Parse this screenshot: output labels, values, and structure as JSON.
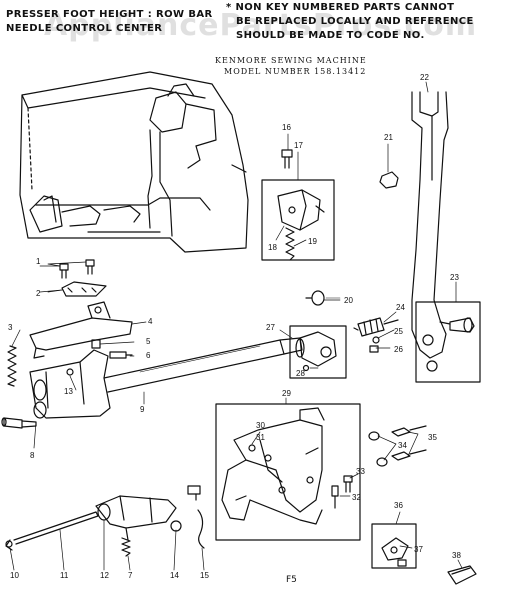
{
  "header": {
    "left_line1": "PRESSER FOOT HEIGHT : ROW BAR",
    "left_line2": "NEEDLE CONTROL CENTER",
    "right_line1": "* NON KEY NUMBERED PARTS CANNOT",
    "right_line2": "BE REPLACED LOCALLY AND REFERENCE",
    "right_line3": "SHOULD BE MADE TO CODE NO.",
    "model_line1": "KENMORE SEWING MACHINE",
    "model_line2": "MODEL NUMBER 158.13412"
  },
  "watermark": "AppliancePartsPros.com",
  "page_number": "F5",
  "callouts": [
    "1",
    "2",
    "3",
    "4",
    "5",
    "6",
    "7",
    "8",
    "9",
    "10",
    "11",
    "12",
    "13",
    "14",
    "15",
    "16",
    "17",
    "18",
    "19",
    "20",
    "21",
    "22",
    "23",
    "24",
    "25",
    "26",
    "27",
    "28",
    "29",
    "30",
    "31",
    "32",
    "33",
    "34",
    "35",
    "36",
    "37",
    "38"
  ],
  "colors": {
    "ink": "#111111",
    "watermark": "#a0a0a0"
  }
}
